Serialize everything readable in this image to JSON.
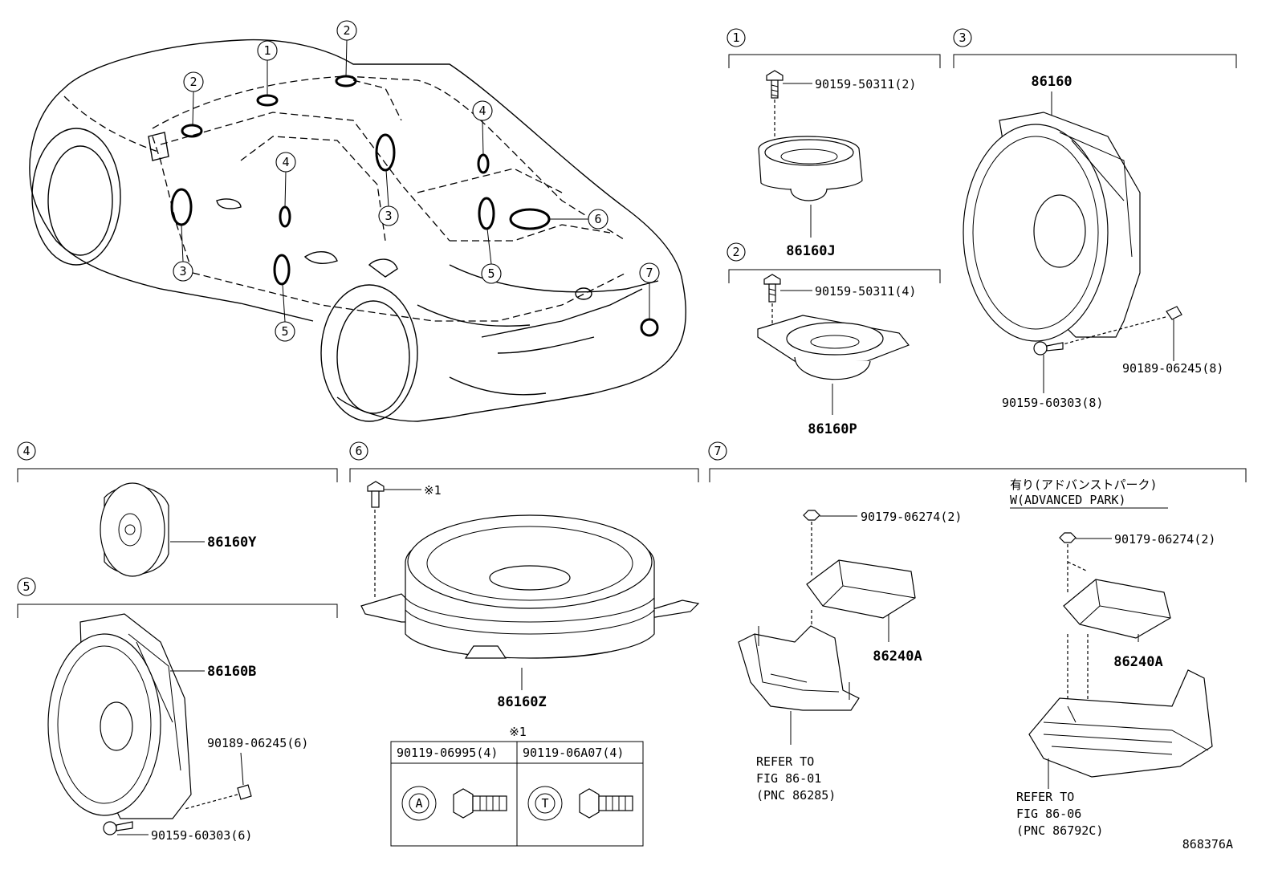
{
  "diagram_id": "868376A",
  "callouts": [
    "1",
    "2",
    "3",
    "4",
    "5",
    "6",
    "7"
  ],
  "sections": {
    "s1": {
      "num": "1",
      "part_no": "86160J",
      "screw": "90159-50311(2)"
    },
    "s2": {
      "num": "2",
      "part_no": "86160P",
      "screw": "90159-50311(4)"
    },
    "s3": {
      "num": "3",
      "part_no": "86160",
      "clip": "90189-06245(8)",
      "screw": "90159-60303(8)"
    },
    "s4": {
      "num": "4",
      "part_no": "86160Y"
    },
    "s5": {
      "num": "5",
      "part_no": "86160B",
      "clip": "90189-06245(6)",
      "screw": "90159-60303(6)"
    },
    "s6": {
      "num": "6",
      "part_no": "86160Z",
      "bolt_ref": "※1",
      "table": {
        "title": "※1",
        "col1": {
          "header": "90119-06995(4)",
          "marking": "A"
        },
        "col2": {
          "header": "90119-06A07(4)",
          "marking": "T"
        }
      }
    },
    "s7": {
      "num": "7",
      "part_no": "86240A",
      "nut": "90179-06274(2)",
      "refer_line1": "REFER TO",
      "refer_line2": "FIG 86-01",
      "refer_line3": "(PNC 86285)",
      "option_jp": "有り(アドバンストパーク)",
      "option_en": "W(ADVANCED PARK)",
      "opt_part_no": "86240A",
      "opt_nut": "90179-06274(2)",
      "opt_refer_line1": "REFER TO",
      "opt_refer_line2": "FIG 86-06",
      "opt_refer_line3": "(PNC 86792C)"
    }
  }
}
